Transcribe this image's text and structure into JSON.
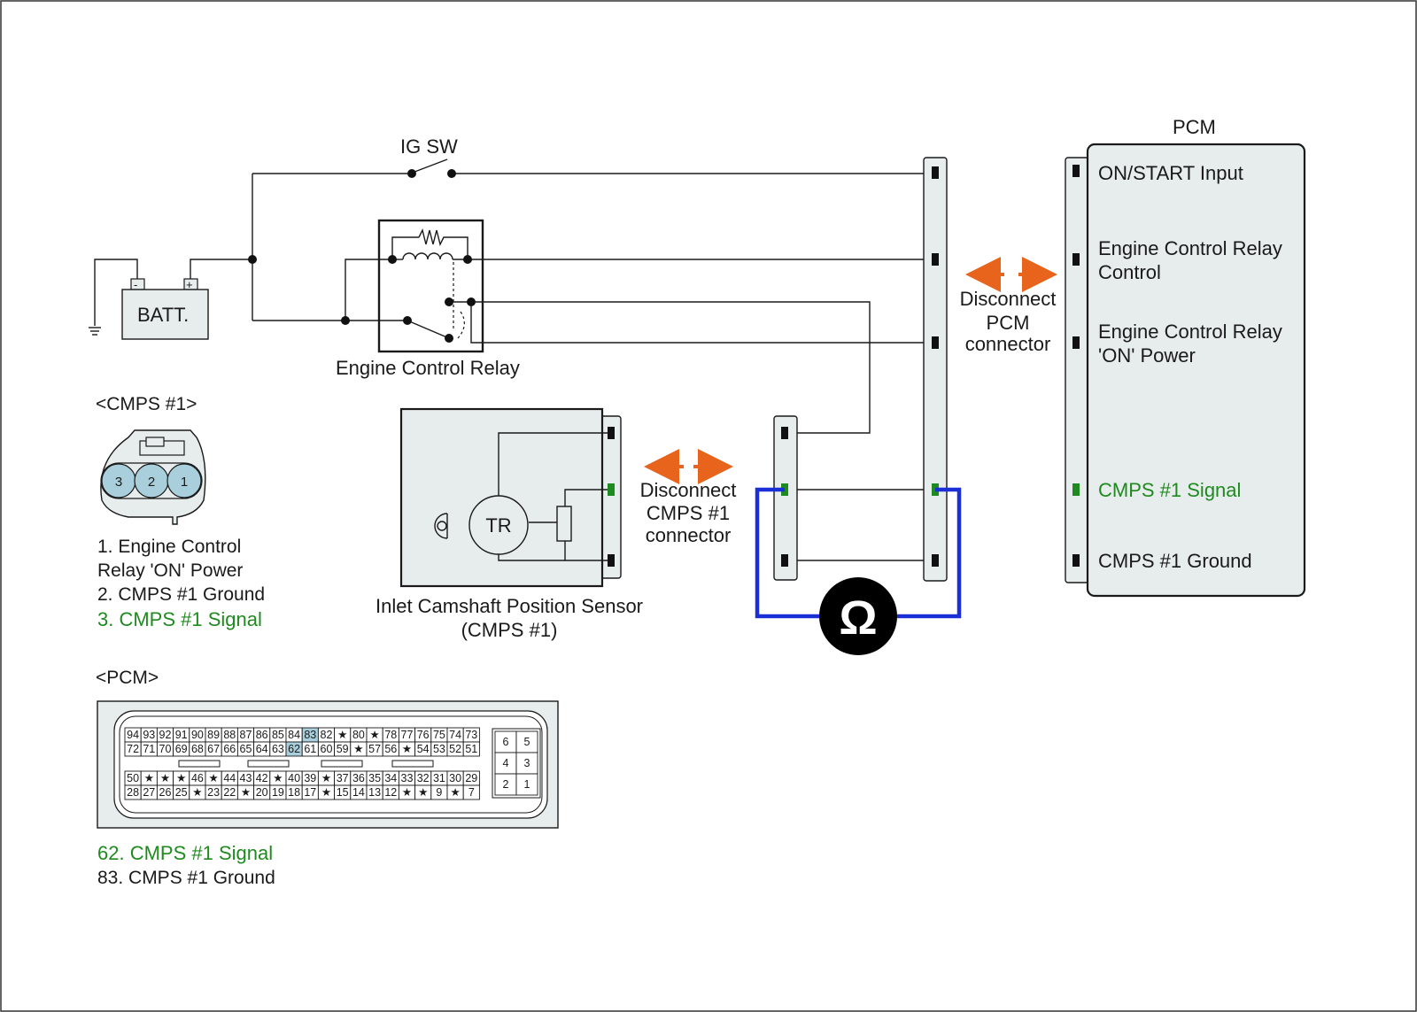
{
  "diagram": {
    "ig_sw_label": "IG SW",
    "battery_label": "BATT.",
    "battery_neg": "-",
    "battery_pos": "+",
    "relay_label": "Engine Control Relay",
    "pcm_title": "PCM",
    "pcm_pins": {
      "on_start": "ON/START Input",
      "ecr_control_1": "Engine Control Relay",
      "ecr_control_2": "Control",
      "ecr_on_1": "Engine Control Relay",
      "ecr_on_2": "'ON' Power",
      "cmps_signal": "CMPS #1 Signal",
      "cmps_ground": "CMPS #1 Ground"
    },
    "disconnect_pcm": [
      "Disconnect",
      "PCM",
      "connector"
    ],
    "disconnect_cmps": [
      "Disconnect",
      "CMPS #1",
      "connector"
    ],
    "sensor_tr": "TR",
    "sensor_label_1": "Inlet Camshaft Position Sensor",
    "sensor_label_2": "(CMPS #1)",
    "ohm_symbol": "Ω",
    "cmps_connector": {
      "title": "<CMPS #1>",
      "pins": [
        "3",
        "2",
        "1"
      ],
      "legend": [
        "1. Engine Control",
        "Relay 'ON' Power",
        "2. CMPS #1 Ground",
        "3. CMPS #1 Signal"
      ]
    },
    "pcm_connector": {
      "title": "<PCM>",
      "row1": [
        "94",
        "93",
        "92",
        "91",
        "90",
        "89",
        "88",
        "87",
        "86",
        "85",
        "84",
        "83",
        "82",
        "★",
        "80",
        "★",
        "78",
        "77",
        "76",
        "75",
        "74",
        "73"
      ],
      "row2": [
        "72",
        "71",
        "70",
        "69",
        "68",
        "67",
        "66",
        "65",
        "64",
        "63",
        "62",
        "61",
        "60",
        "59",
        "★",
        "57",
        "56",
        "★",
        "54",
        "53",
        "52",
        "51"
      ],
      "row3": [
        "50",
        "★",
        "★",
        "★",
        "46",
        "★",
        "44",
        "43",
        "42",
        "★",
        "40",
        "39",
        "★",
        "37",
        "36",
        "35",
        "34",
        "33",
        "32",
        "31",
        "30",
        "29"
      ],
      "row4": [
        "28",
        "27",
        "26",
        "25",
        "★",
        "23",
        "22",
        "★",
        "20",
        "19",
        "18",
        "17",
        "★",
        "15",
        "14",
        "13",
        "12",
        "★",
        "★",
        "9",
        "★",
        "7"
      ],
      "aux": [
        "6",
        "5",
        "4",
        "3",
        "2",
        "1"
      ],
      "highlight": [
        "83",
        "62"
      ],
      "legend": [
        "62. CMPS #1 Signal",
        "83. CMPS #1 Ground"
      ]
    },
    "colors": {
      "highlight_green": "#1f8a1f",
      "arrow_orange": "#e8631c",
      "meter_blue": "#1b2fd6",
      "pin_highlight": "#a9cfdc",
      "panel_fill": "#e7ecec"
    }
  }
}
